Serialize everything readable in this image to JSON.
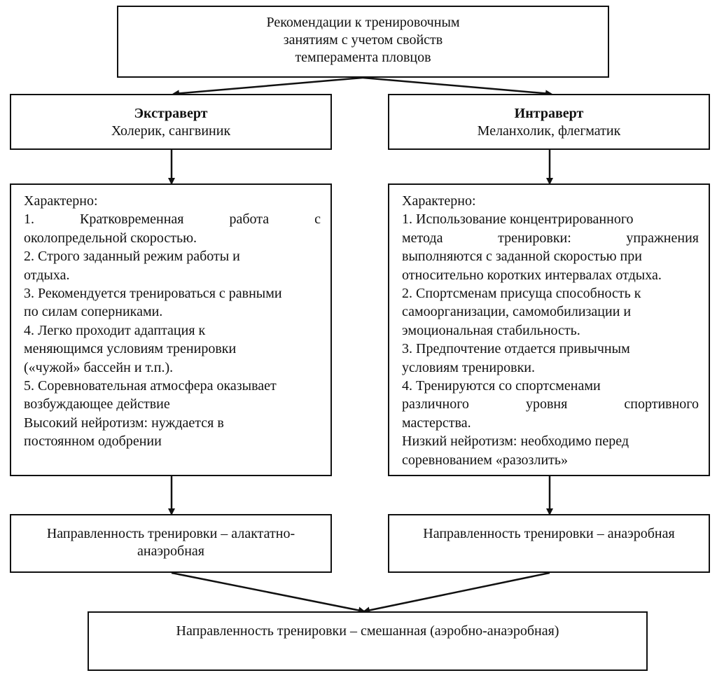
{
  "title": {
    "lines": [
      "Рекомендации к тренировочным",
      "занятиям с учетом свойств",
      "темперамента пловцов"
    ]
  },
  "extravert": {
    "heading": "Экстраверт",
    "types": "Холерик, сангвиник",
    "list": {
      "header": "Характерно:",
      "l1a": "1. Кратковременная работа с",
      "l1b": "околопредельной скоростью.",
      "l2a": "2. Строго заданный режим работы и",
      "l2b": "отдыха.",
      "l3a": "3. Рекомендуется тренироваться с равными",
      "l3b": "по силам соперниками.",
      "l4a": "4. Легко проходит адаптация к",
      "l4b": "меняющимся условиям тренировки",
      "l4c": "(«чужой» бассейн и т.п.).",
      "l5a": "5. Соревновательная атмосфера оказывает",
      "l5b": "возбуждающее действие",
      "n1": "Высокий нейротизм: нуждается в",
      "n2": "постоянном одобрении"
    },
    "direction": "Направленность тренировки – алактатно-анаэробная"
  },
  "introvert": {
    "heading": "Интраверт",
    "types": "Меланхолик, флегматик",
    "list": {
      "header": "Характерно:",
      "l1a": "1. Использование концентрированного",
      "l1b": "метода тренировки: упражнения",
      "l1c": "выполняются с заданной скоростью при",
      "l1d": "относительно коротких интервалах отдыха.",
      "l2a": "2. Спортсменам присуща способность к",
      "l2b": "самоорганизации, самомобилизации и",
      "l2c": "эмоциональная стабильность.",
      "l3a": "3. Предпочтение отдается привычным",
      "l3b": "условиям тренировки.",
      "l4a": "4. Тренируются со спортсменами",
      "l4b": "различного уровня спортивного",
      "l4c": "мастерства.",
      "n1": "Низкий нейротизм: необходимо перед",
      "n2": "соревнованием «разозлить»"
    },
    "direction": "Направленность тренировки – анаэробная"
  },
  "result": "Направленность тренировки – смешанная (аэробно-анаэробная)"
}
